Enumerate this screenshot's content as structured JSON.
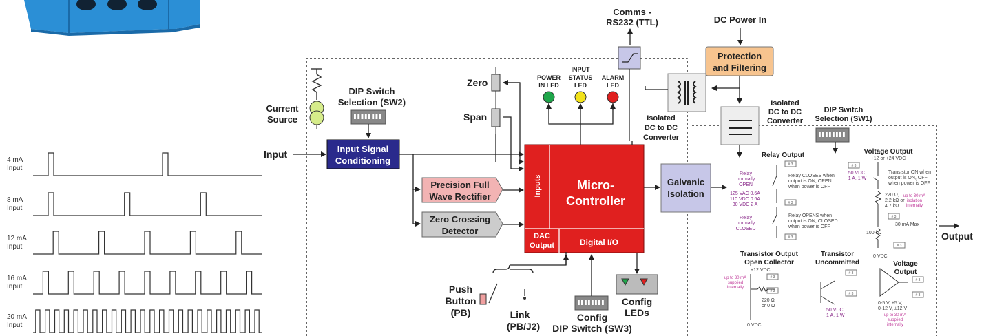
{
  "waveforms": [
    {
      "label1": "4 mA",
      "label2": "Input",
      "pulses": 2
    },
    {
      "label1": "8 mA",
      "label2": "Input",
      "pulses": 3
    },
    {
      "label1": "12 mA",
      "label2": "Input",
      "pulses": 5
    },
    {
      "label1": "16 mA",
      "label2": "Input",
      "pulses": 9
    },
    {
      "label1": "20 mA",
      "label2": "Input",
      "pulses": 24
    }
  ],
  "labels": {
    "comms1": "Comms -",
    "comms2": "RS232 (TTL)",
    "dc_power_in": "DC Power In",
    "protection1": "Protection",
    "protection2": "and Filtering",
    "iso_left1": "Isolated",
    "iso_left2": "DC to DC",
    "iso_left3": "Converter",
    "iso_right1": "Isolated",
    "iso_right2": "DC to DC",
    "iso_right3": "Converter",
    "dip_sw1_1": "DIP Switch",
    "dip_sw1_2": "Selection (SW1)",
    "dip_sw2_1": "DIP Switch",
    "dip_sw2_2": "Selection (SW2)",
    "current1": "Current",
    "current2": "Source",
    "input": "Input",
    "isc1": "Input Signal",
    "isc2": "Conditioning",
    "zero": "Zero",
    "span": "Span",
    "led_power1": "POWER",
    "led_power2": "IN LED",
    "led_input1": "INPUT",
    "led_input2": "STATUS",
    "led_input3": "LED",
    "led_alarm1": "ALARM",
    "led_alarm2": "LED",
    "pfw1": "Precision Full",
    "pfw2": "Wave Rectifier",
    "zcd1": "Zero Crossing",
    "zcd2": "Detector",
    "mc1": "Micro-",
    "mc2": "Controller",
    "inputs": "Inputs",
    "dac1": "DAC",
    "dac2": "Output",
    "digital_io": "Digital I/O",
    "galv1": "Galvanic",
    "galv2": "Isolation",
    "push1": "Push",
    "push2": "Button",
    "push3": "(PB)",
    "link1": "Link",
    "link2": "(PB/J2)",
    "config_sw1": "Config",
    "config_sw2": "DIP Switch (SW3)",
    "config_leds1": "Config",
    "config_leds2": "LEDs",
    "output": "Output",
    "relay_output": "Relay Output",
    "relay_open1": "Relay",
    "relay_open2": "normally",
    "relay_open3": "OPEN",
    "relay_rating1": "125 VAC 0.6A",
    "relay_rating2": "110 VDC 0.6A",
    "relay_rating3": "30 VDC 2 A",
    "relay_closes1": "Relay CLOSES when",
    "relay_closes2": "output is ON, OPEN",
    "relay_closes3": "when power is OFF",
    "relay_closed1": "Relay",
    "relay_closed2": "normally",
    "relay_closed3": "CLOSED",
    "relay_opens1": "Relay OPENS when",
    "relay_opens2": "output is ON, CLOSED",
    "relay_opens3": "when power is OFF",
    "voltage_output": "Voltage Output",
    "vo_supply": "+12 or +24 VDC",
    "vo_rating1": "50 VDC,",
    "vo_rating2": "1 A, 1 W",
    "vo_trans1": "Transistor ON when",
    "vo_trans2": "output is ON, OFF",
    "vo_trans3": "when power is OFF",
    "vo_r1": "220 Ω,",
    "vo_r2": "2.2 kΩ or",
    "vo_r3": "4.7 kΩ",
    "vo_up1": "up to 30 mA",
    "vo_up2": "isolation",
    "vo_up3": "internally",
    "vo_max": "30 mA Max",
    "vo_100k": "100 kΩ",
    "vo_0v": "0 VDC",
    "toc1": "Transistor Output",
    "toc2": "Open Collector",
    "toc_supply": "+12 VDC",
    "toc_up1": "up to 30 mA",
    "toc_up2": "supplied",
    "toc_up3": "internally",
    "toc_r1": "220 Ω",
    "toc_r2": "or 0 Ω",
    "toc_0v": "0 VDC",
    "tu1": "Transistor",
    "tu2": "Uncommitted",
    "tu_rating1": "50 VDC,",
    "tu_rating2": "1 A, 1 W",
    "vout1": "Voltage",
    "vout2": "Output",
    "vout_r1": "0-5 V, ±5 V,",
    "vout_r2": "0-12 V, ±12 V",
    "vout_r3": "up to 30 mA",
    "vout_r4": "supplied",
    "vout_r5": "internally",
    "term": "# 3"
  },
  "colors": {
    "micro": "#e0201f",
    "isc": "#2a2a8c",
    "protection": "#f7c48f",
    "rectifier": "#f2b3b3",
    "detector": "#cccccc",
    "galvanic": "#c7c7e8",
    "led_green": "#1fa64a",
    "led_yellow": "#f2e21a",
    "led_red": "#e0201f",
    "product": "#2b8fd6"
  },
  "icons": [
    "resistor-icon",
    "current-source-icon",
    "dip-switch-icon",
    "transformer-icon",
    "opto-icon",
    "led-icon",
    "push-button-icon",
    "transistor-icon",
    "amplifier-icon"
  ]
}
